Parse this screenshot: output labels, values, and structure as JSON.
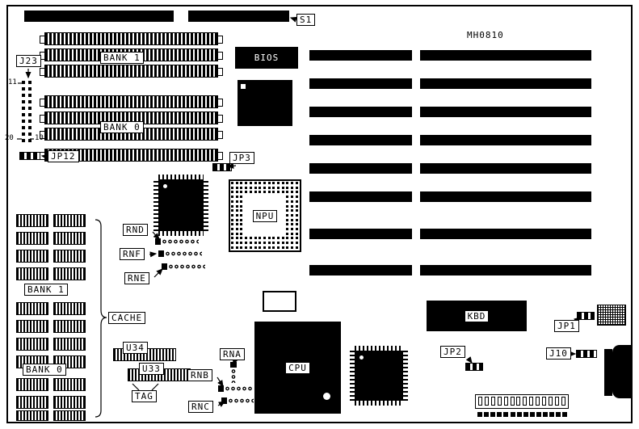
{
  "board": {
    "model": "MH0810"
  },
  "labels": {
    "s1": "S1",
    "j23": "J23",
    "j23_pin11": "11",
    "j23_pin20": "20",
    "j23_pin10": "10",
    "jp12": "JP12",
    "jp3": "JP3",
    "simm_bank1": "BANK 1",
    "simm_bank0": "BANK 0",
    "bios": "BIOS",
    "npu": "NPU",
    "cpu": "CPU",
    "kbd": "KBD",
    "rnd": "RND",
    "rnf": "RNF",
    "rne": "RNE",
    "rna": "RNA",
    "rnb": "RNB",
    "rnc": "RNC",
    "cache": "CACHE",
    "cache_bank1": "BANK 1",
    "cache_bank0": "BANK 0",
    "u34": "U34",
    "u33": "U33",
    "tag": "TAG",
    "jp1": "JP1",
    "jp2": "JP2",
    "j10": "J10"
  }
}
